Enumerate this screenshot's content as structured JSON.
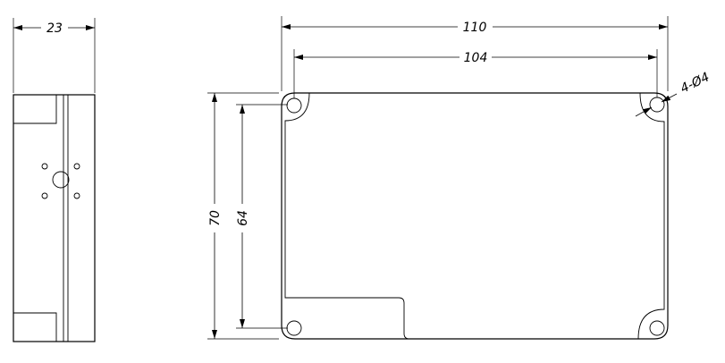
{
  "dimensions": {
    "side_width": "23",
    "overall_length": "110",
    "hole_spacing_length": "104",
    "overall_height": "70",
    "hole_spacing_height": "64",
    "hole_callout": "4-Ø4"
  }
}
